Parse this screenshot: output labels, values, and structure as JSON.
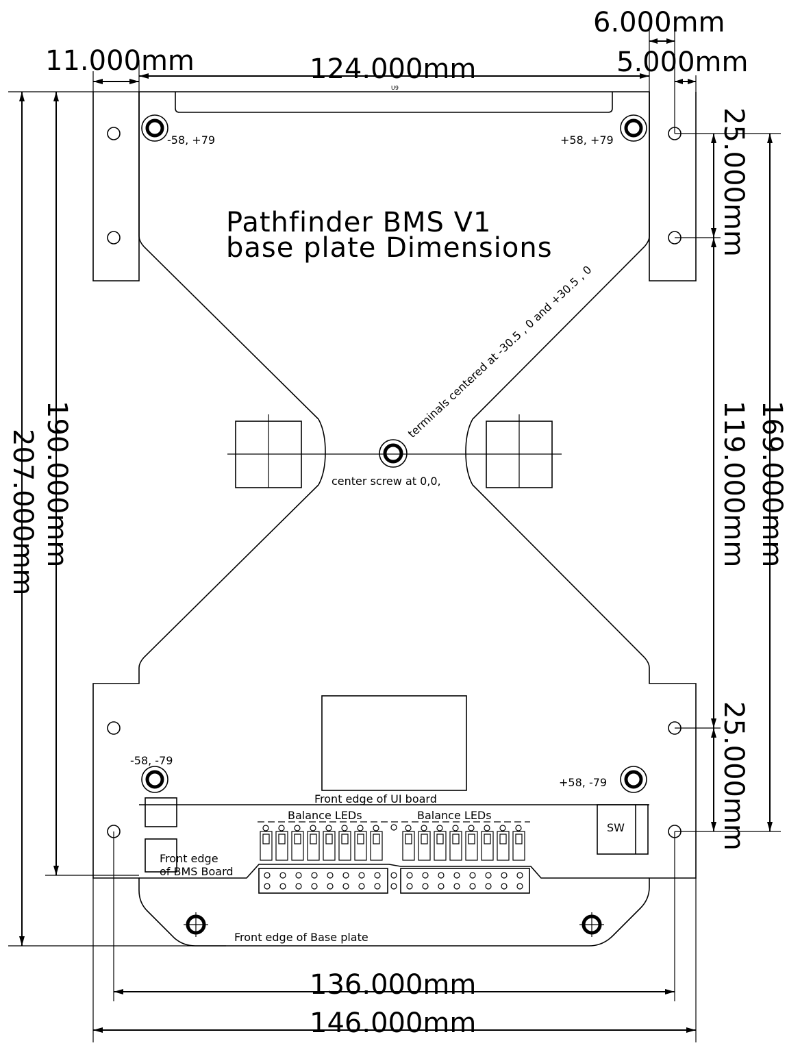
{
  "title": {
    "line1": "Pathfinder BMS V1",
    "line2": "base plate Dimensions"
  },
  "dimensions": {
    "top_offset": "11.000mm",
    "top_width": "124.000mm",
    "top_right_a": "6.000mm",
    "top_right_b": "5.000mm",
    "right_upper": "25.000mm",
    "right_mid": "119.000mm",
    "right_lower": "25.000mm",
    "right_outer": "169.000mm",
    "left_inner": "190.000mm",
    "left_outer": "207.000mm",
    "bottom_inner": "136.000mm",
    "bottom_outer": "146.000mm"
  },
  "coords": {
    "top_left": "-58, +79",
    "top_right": "+58, +79",
    "bottom_left": "-58, -79",
    "bottom_right": "+58, -79"
  },
  "notes": {
    "terminals": "terminals centered at -30.5 , 0 and +30.5 , 0",
    "center_screw": "center screw at 0,0,",
    "ui_board": "Front edge of UI board",
    "balance_left": "Balance LEDs",
    "balance_right": "Balance LEDs",
    "sw": "SW",
    "bms_edge_1": "Front edge",
    "bms_edge_2": "of BMS Board",
    "base_edge": "Front edge of Base plate",
    "ref": "U9"
  }
}
